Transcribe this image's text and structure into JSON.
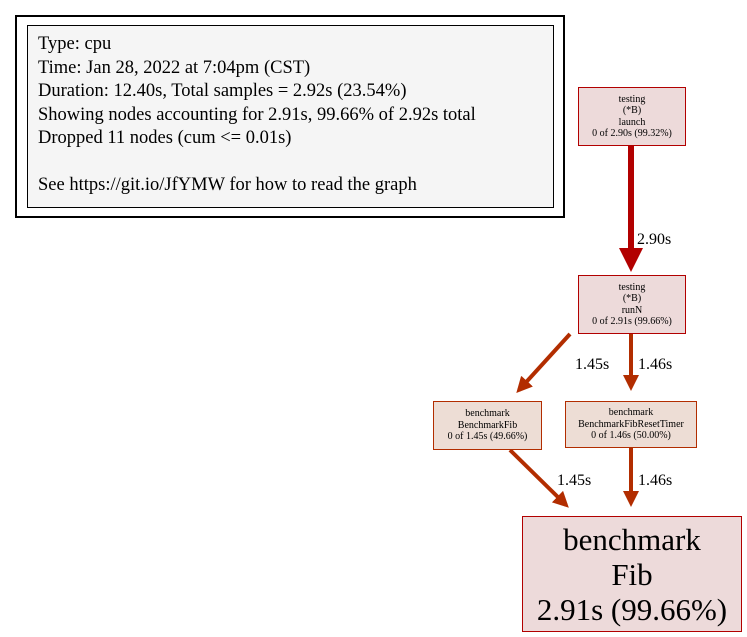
{
  "info": {
    "type": "Type: cpu",
    "time": "Time: Jan 28, 2022 at 7:04pm (CST)",
    "duration": "Duration: 12.40s, Total samples = 2.92s (23.54%)",
    "showing": "Showing nodes accounting for 2.91s, 99.66% of 2.92s total",
    "dropped": "Dropped 11 nodes (cum <= 0.01s)",
    "help": "See https://git.io/JfYMW for how to read the graph"
  },
  "nodes": {
    "launch": {
      "pkg": "testing",
      "recv": "(*B)",
      "func": "launch",
      "stat": "0 of 2.90s (99.32%)"
    },
    "runN": {
      "pkg": "testing",
      "recv": "(*B)",
      "func": "runN",
      "stat": "0 of 2.91s (99.66%)"
    },
    "benchmarkFib": {
      "pkg": "benchmark",
      "func": "BenchmarkFib",
      "stat": "0 of 1.45s (49.66%)"
    },
    "benchmarkFibResetTimer": {
      "pkg": "benchmark",
      "func": "BenchmarkFibResetTimer",
      "stat": "0 of 1.46s (50.00%)"
    },
    "fib": {
      "pkg": "benchmark",
      "func": "Fib",
      "stat": "2.91s (99.66%)"
    }
  },
  "edges": {
    "launch_runN": "2.90s",
    "runN_benchmarkFib": "1.45s",
    "runN_benchmarkFibResetTimer": "1.46s",
    "benchmarkFib_fib": "1.45s",
    "benchmarkFibResetTimer_fib": "1.46s"
  },
  "colors": {
    "edge_main": "#b20000",
    "edge_secondary": "#b22d00",
    "node_fill": "#eddada",
    "node_fill_light": "#edddd5",
    "node_border": "#b20000",
    "node_border_light": "#b22d00",
    "info_fill": "#f5f5f5"
  }
}
